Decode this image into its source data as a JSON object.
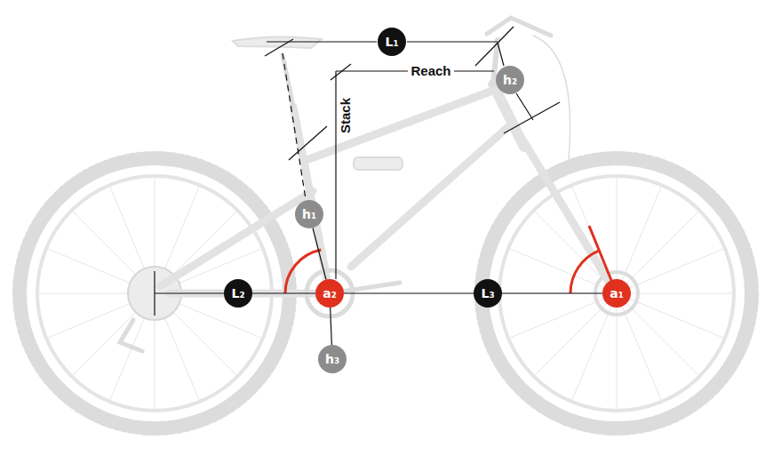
{
  "diagram": {
    "nodes": [
      {
        "text": [
          "L₁"
        ]
      },
      {
        "text": [
          "h₂"
        ]
      },
      {
        "text": [
          "h₁"
        ]
      },
      {
        "text": [
          "L₂"
        ]
      },
      {
        "text": [
          "a₂"
        ]
      },
      {
        "text": [
          "L₃"
        ]
      },
      {
        "text": [
          "a₁"
        ]
      },
      {
        "text": [
          "h₃"
        ]
      }
    ],
    "edges": [
      {
        "from": 3,
        "to": 4,
        "arrow": "none"
      },
      {
        "from": 4,
        "to": 5,
        "arrow": "none"
      },
      {
        "from": 5,
        "to": 6,
        "arrow": "none"
      },
      {
        "from": 4,
        "to": 7,
        "arrow": "none"
      },
      {
        "from": 2,
        "to": 4,
        "arrow": "none"
      }
    ],
    "labels": [
      "Reach",
      "Stack"
    ]
  }
}
